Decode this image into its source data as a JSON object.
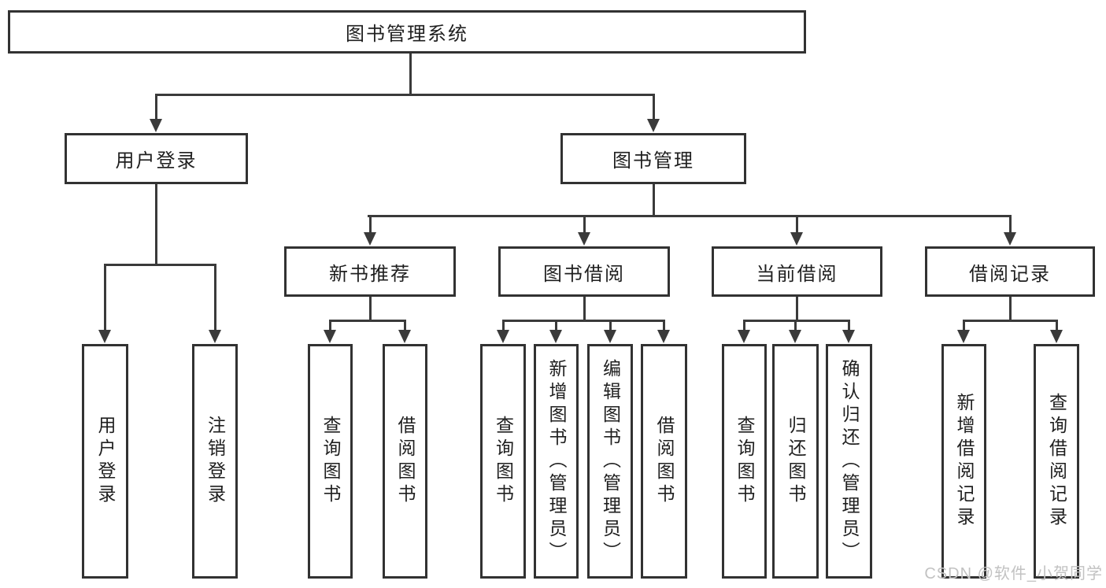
{
  "watermark": "CSDN @软件_小贺同学",
  "colors": {
    "line": "#3a3a3a",
    "border": "#323232",
    "text": "#1f1f1f",
    "watermark": "#c2c2c2"
  },
  "tree": {
    "root": {
      "label": "图书管理系统",
      "children": [
        {
          "label": "用户登录",
          "children": [
            {
              "label": "用户登录"
            },
            {
              "label": "注销登录"
            }
          ]
        },
        {
          "label": "图书管理",
          "children": [
            {
              "label": "新书推荐",
              "children": [
                {
                  "label": "查询图书"
                },
                {
                  "label": "借阅图书"
                }
              ]
            },
            {
              "label": "图书借阅",
              "children": [
                {
                  "label": "查询图书"
                },
                {
                  "label": "新增图书（管理员）"
                },
                {
                  "label": "编辑图书（管理员）"
                },
                {
                  "label": "借阅图书"
                }
              ]
            },
            {
              "label": "当前借阅",
              "children": [
                {
                  "label": "查询图书"
                },
                {
                  "label": "归还图书"
                },
                {
                  "label": "确认归还（管理员）"
                }
              ]
            },
            {
              "label": "借阅记录",
              "children": [
                {
                  "label": "新增借阅记录"
                },
                {
                  "label": "查询借阅记录"
                }
              ]
            }
          ]
        }
      ]
    }
  }
}
